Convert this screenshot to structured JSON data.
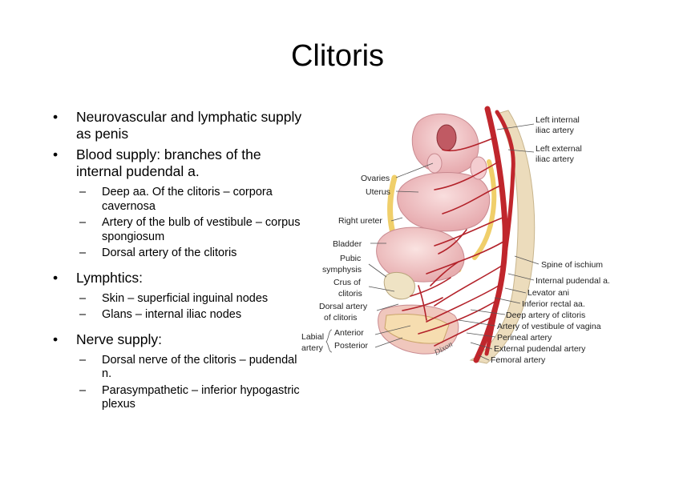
{
  "slide": {
    "title": "Clitoris",
    "bullets": [
      {
        "text": "Neurovascular and lymphatic supply as penis",
        "sub": []
      },
      {
        "text": "Blood supply: branches of the internal pudendal a.",
        "sub": [
          "Deep aa. Of the clitoris – corpora cavernosa",
          "Artery of the bulb of vestibule – corpus spongiosum",
          "Dorsal artery of the clitoris"
        ]
      },
      {
        "text": "Lymphtics:",
        "sub": [
          "Skin – superficial inguinal nodes",
          "Glans – internal iliac nodes"
        ]
      },
      {
        "text": "Nerve supply:",
        "sub": [
          "Dorsal nerve of the clitoris – pudendal n.",
          "Parasympathetic – inferior hypogastric plexus"
        ]
      }
    ],
    "bullet_glyph": "•",
    "sub_glyph": "–"
  },
  "figure": {
    "labels": {
      "left_internal_iliac_1": "Left internal",
      "left_internal_iliac_2": "iliac artery",
      "left_external_iliac_1": "Left external",
      "left_external_iliac_2": "iliac artery",
      "ovaries": "Ovaries",
      "uterus": "Uterus",
      "right_ureter": "Right ureter",
      "bladder": "Bladder",
      "pubic_symphysis_1": "Pubic",
      "pubic_symphysis_2": "symphysis",
      "crus_1": "Crus of",
      "crus_2": "clitoris",
      "dorsal_artery_1": "Dorsal artery",
      "dorsal_artery_2": "of clitoris",
      "labial_1": "Labial",
      "labial_2": "artery",
      "anterior": "Anterior",
      "posterior": "Posterior",
      "spine_of_ischium": "Spine of ischium",
      "internal_pudendal": "Internal pudendal a.",
      "levator_ani": "Levator ani",
      "inferior_rectal": "Inferior rectal aa.",
      "deep_artery": "Deep artery of clitoris",
      "artery_vestibule": "Artery of vestibule of vagina",
      "perineal": "Perineal artery",
      "external_pudendal": "External pudendal artery",
      "femoral": "Femoral artery",
      "signature": "Dixon"
    },
    "colors": {
      "artery": "#c0262c",
      "tissue": "#f2c7c6",
      "tissue_dark": "#d98f96",
      "bone": "#efe3c4",
      "ureter": "#f3d77c",
      "leader": "#555555"
    }
  }
}
